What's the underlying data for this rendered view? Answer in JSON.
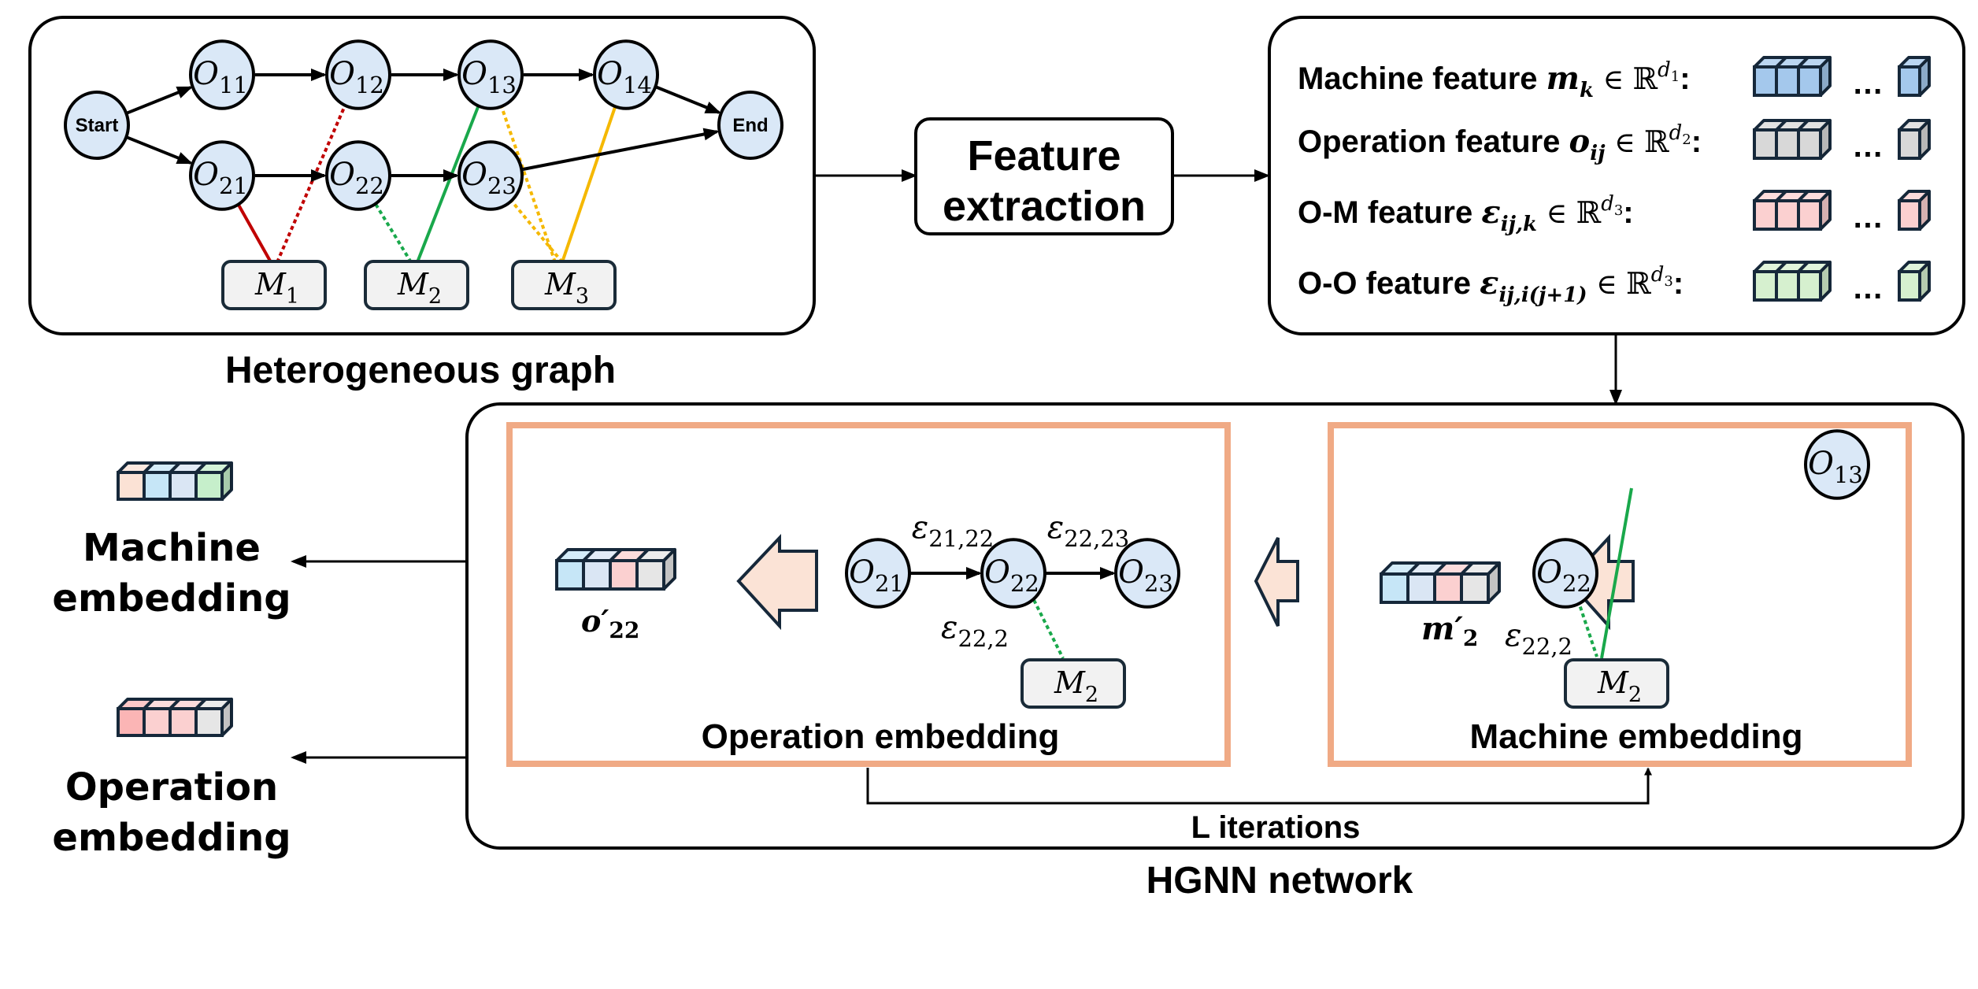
{
  "colors": {
    "node_fill": "#dae8f7",
    "machine_fill": "#f2f2f2",
    "machine_stroke": "#1a2b38",
    "orange_frame": "#f0aa85",
    "block_arrow_fill": "#fbe3d6",
    "block_arrow_stroke": "#16283a",
    "edge_red": "#c00000",
    "edge_green": "#19a84b",
    "edge_yellow": "#f5b800",
    "cube_blue": "#a4c8ec",
    "cube_gray": "#d8d8d8",
    "cube_pink": "#fbd0d0",
    "cube_green": "#d6f0cf",
    "cube_lightblue": "#c6e6f7",
    "cube_paleblue": "#dae6f4",
    "cube_peach": "#fbe2d5",
    "cube_mint": "#c6efcb",
    "cube_rose": "#fbb5b5",
    "cube_lightgray": "#e6e6e6"
  },
  "hetero_graph": {
    "caption": "Heterogeneous graph",
    "start_label": "Start",
    "end_label": "End",
    "operations": [
      {
        "id": "O11",
        "base": "O",
        "sub": "11"
      },
      {
        "id": "O12",
        "base": "O",
        "sub": "12"
      },
      {
        "id": "O13",
        "base": "O",
        "sub": "13"
      },
      {
        "id": "O14",
        "base": "O",
        "sub": "14"
      },
      {
        "id": "O21",
        "base": "O",
        "sub": "21"
      },
      {
        "id": "O22",
        "base": "O",
        "sub": "22"
      },
      {
        "id": "O23",
        "base": "O",
        "sub": "23"
      }
    ],
    "machines": [
      {
        "id": "M1",
        "base": "M",
        "sub": "1"
      },
      {
        "id": "M2",
        "base": "M",
        "sub": "2"
      },
      {
        "id": "M3",
        "base": "M",
        "sub": "3"
      }
    ],
    "precedence_edges": [
      [
        "Start",
        "O11"
      ],
      [
        "O11",
        "O12"
      ],
      [
        "O12",
        "O13"
      ],
      [
        "O13",
        "O14"
      ],
      [
        "O14",
        "End"
      ],
      [
        "Start",
        "O21"
      ],
      [
        "O21",
        "O22"
      ],
      [
        "O22",
        "O23"
      ],
      [
        "O23",
        "End"
      ]
    ],
    "machine_edges": [
      {
        "op": "O21",
        "machine": "M1",
        "color": "red",
        "style": "solid"
      },
      {
        "op": "O12",
        "machine": "M1",
        "color": "red",
        "style": "dotted"
      },
      {
        "op": "O22",
        "machine": "M2",
        "color": "green",
        "style": "dotted"
      },
      {
        "op": "O13",
        "machine": "M2",
        "color": "green",
        "style": "solid"
      },
      {
        "op": "O13",
        "machine": "M3",
        "color": "yellow",
        "style": "dotted"
      },
      {
        "op": "O23",
        "machine": "M3",
        "color": "yellow",
        "style": "dotted"
      },
      {
        "op": "O14",
        "machine": "M3",
        "color": "yellow",
        "style": "solid"
      }
    ]
  },
  "feature_extraction": {
    "line1": "Feature",
    "line2": "extraction"
  },
  "features": [
    {
      "label": "Machine feature ",
      "symbol": "m",
      "sub": "k",
      "space": "d",
      "space_sub": "1",
      "cube": "cube_blue"
    },
    {
      "label": "Operation feature ",
      "symbol": "o",
      "sub": "ij",
      "space": "d",
      "space_sub": "2",
      "cube": "cube_gray"
    },
    {
      "label": "O-M feature ",
      "symbol": "ε",
      "sub": "ij,k",
      "space": "d",
      "space_sub": "3",
      "cube": "cube_pink"
    },
    {
      "label": "O-O feature ",
      "symbol": "ε",
      "sub": "ij,i(j+1)",
      "space": "d",
      "space_sub": "3",
      "cube": "cube_green"
    }
  ],
  "feature_misc": {
    "element_of": "∈",
    "reals": "ℝ",
    "colon": ":",
    "ellipsis": "…"
  },
  "hgnn": {
    "caption": "HGNN network",
    "loop_label": "L iterations",
    "operation_panel": {
      "title": "Operation embedding",
      "output_symbol": "o′",
      "output_sub": "22",
      "nodes": [
        {
          "base": "O",
          "sub": "21"
        },
        {
          "base": "O",
          "sub": "22"
        },
        {
          "base": "O",
          "sub": "23"
        }
      ],
      "machine": {
        "base": "M",
        "sub": "2"
      },
      "edge_labels": [
        {
          "base": "ε",
          "sub": "21,22"
        },
        {
          "base": "ε",
          "sub": "22,23"
        },
        {
          "base": "ε",
          "sub": "22,2"
        }
      ]
    },
    "machine_panel": {
      "title": "Machine embedding",
      "output_symbol": "m′",
      "output_sub": "2",
      "nodes": [
        {
          "base": "O",
          "sub": "22"
        },
        {
          "base": "O",
          "sub": "13"
        }
      ],
      "machine": {
        "base": "M",
        "sub": "2"
      },
      "edge_label": {
        "base": "ε",
        "sub": "22,2"
      }
    }
  },
  "outputs": {
    "machine_embedding": {
      "line1": "Machine",
      "line2": "embedding"
    },
    "operation_embedding": {
      "line1": "Operation",
      "line2": "embedding"
    }
  }
}
